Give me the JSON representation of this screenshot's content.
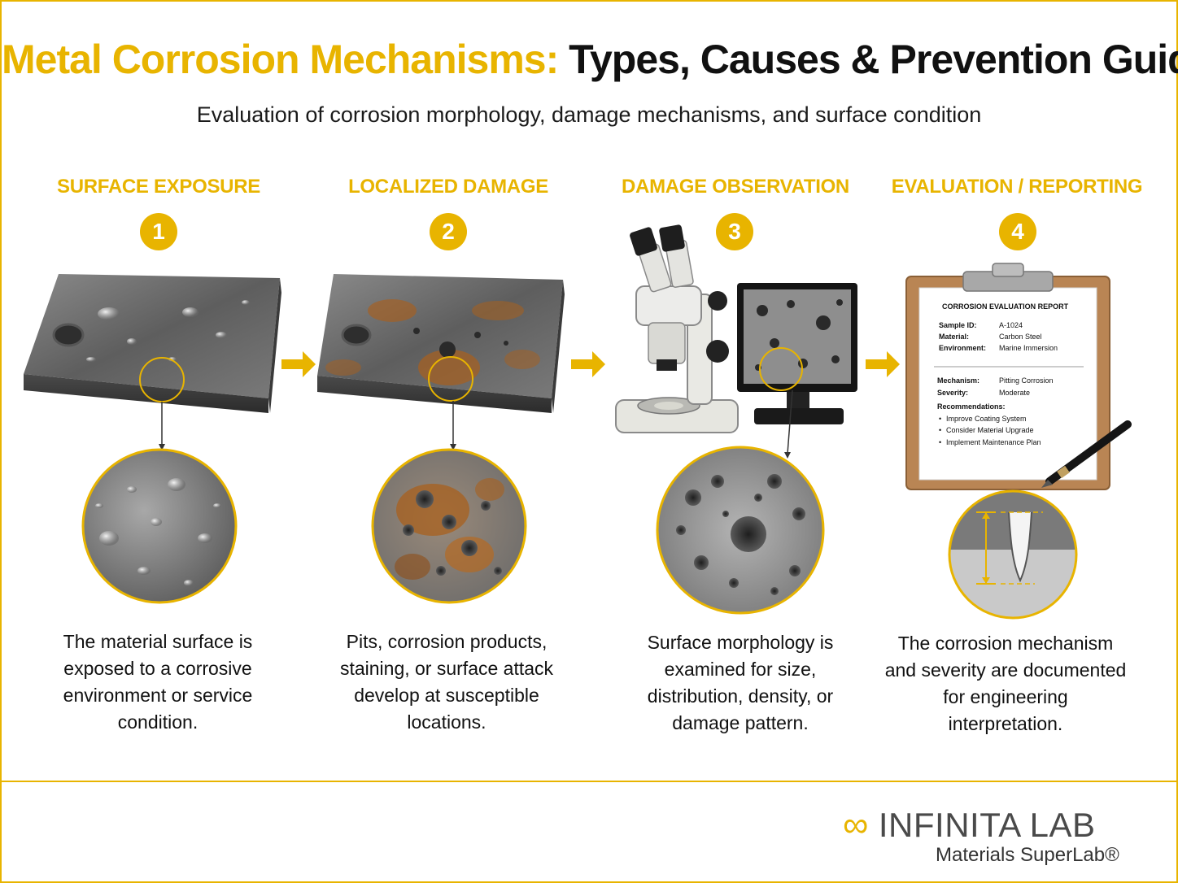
{
  "header": {
    "title_highlight": "Metal Corrosion Mechanisms:",
    "title_rest": "Types, Causes & Prevention Guide",
    "subtitle": "Evaluation of corrosion morphology, damage mechanisms, and surface condition"
  },
  "steps": [
    {
      "number": "1",
      "title": "SURFACE EXPOSURE",
      "desc": "The material surface is exposed to a corrosive environment or service condition."
    },
    {
      "number": "2",
      "title": "LOCALIZED DAMAGE",
      "desc": "Pits, corrosion products, staining, or surface attack develop at susceptible locations."
    },
    {
      "number": "3",
      "title": "DAMAGE OBSERVATION",
      "desc": "Surface morphology is examined for size, distribution, density, or damage pattern."
    },
    {
      "number": "4",
      "title": "EVALUATION / REPORTING",
      "desc": "The corrosion mechanism and severity are documented for engineering interpretation."
    }
  ],
  "report": {
    "heading": "CORROSION EVALUATION REPORT",
    "fields": [
      {
        "label": "Sample ID:",
        "value": "A-1024"
      },
      {
        "label": "Material:",
        "value": "Carbon Steel"
      },
      {
        "label": "Environment:",
        "value": "Marine Immersion"
      }
    ],
    "findings": [
      {
        "label": "Mechanism:",
        "value": "Pitting Corrosion"
      },
      {
        "label": "Severity:",
        "value": "Moderate"
      }
    ],
    "recommendations_label": "Recommendations:",
    "recommendations": [
      "Improve Coating System",
      "Consider Material Upgrade",
      "Implement Maintenance Plan"
    ]
  },
  "footer": {
    "logo_text": "INFINITA LAB",
    "tagline": "Materials SuperLab®"
  },
  "colors": {
    "accent": "#e8b400",
    "text": "#111111",
    "rust": "#a8601e",
    "steel": "#6f6f6f"
  }
}
